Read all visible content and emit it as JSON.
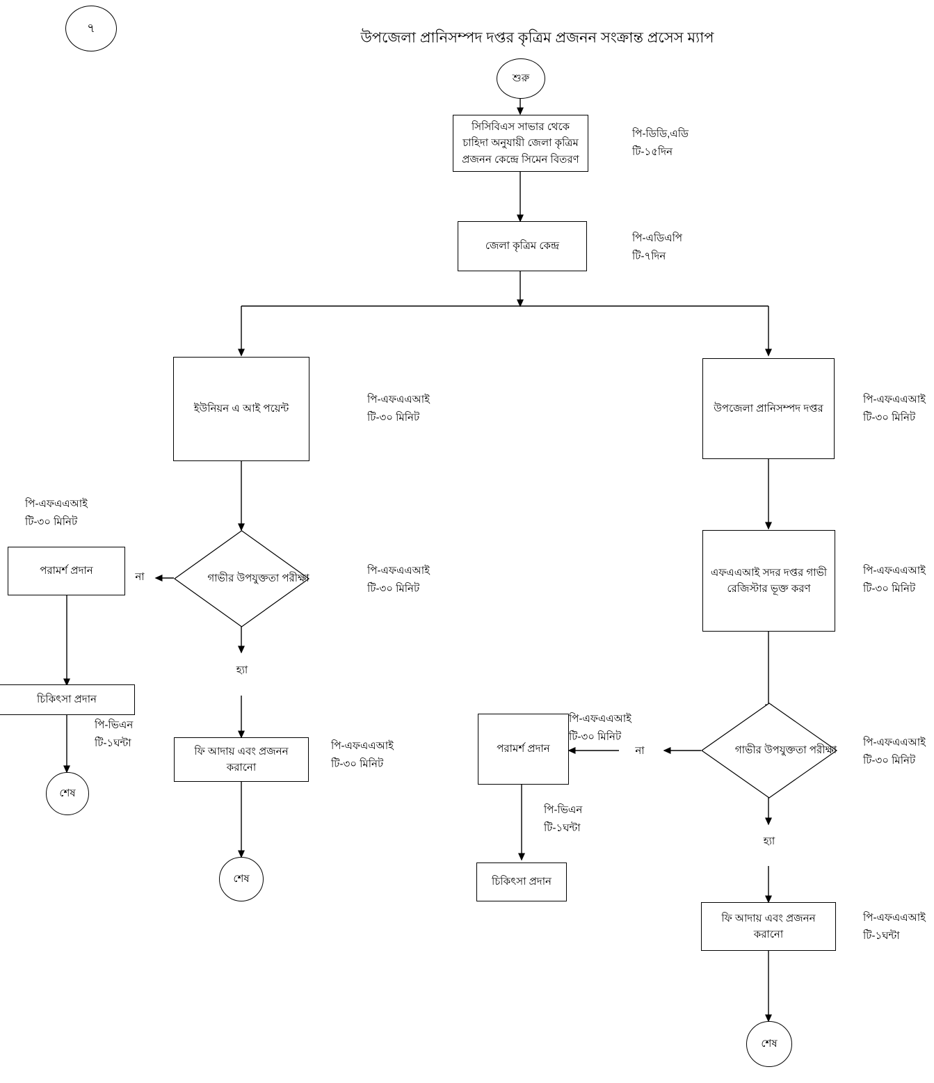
{
  "page": {
    "number": "৭",
    "title": "উপজেলা প্রানিসম্পদ দপ্তর কৃত্রিম প্রজনন সংক্রান্ত প্রসেস ম্যাপ"
  },
  "nodes": {
    "start": "শুরু",
    "semen_distribution": "সিসিবিএস সাভার থেকে চাহিদা অনুযায়ী জেলা কৃত্রিম প্রজনন কেন্দ্রে সিমেন বিতরণ",
    "district_center": "জেলা কৃত্রিম কেন্দ্র",
    "union_ai_point": "ইউনিয়ন এ আই পয়েন্ট",
    "upazila_office": "উপজেলা প্রানিসম্পদ দপ্তর",
    "left_decision": "গাভীর উপযুক্ততা পরীক্ষা",
    "left_advice": "পরামর্শ প্রদান",
    "left_treatment": "চিকিৎসা প্রদান",
    "left_end": "শেষ",
    "left_fee": "ফি আদায় এবং প্রজনন করানো",
    "left_fee_end": "শেষ",
    "faai_register": "এফএএআই সদর দপ্তর গাভী রেজিস্টার ভূক্ত করণ",
    "right_decision": "গাভীর উপযুক্ততা পরীক্ষা",
    "right_advice": "পরামর্শ প্রদান",
    "right_treatment": "চিকিৎসা প্রদান",
    "right_fee": "ফি আদায় এবং প্রজনন করানো",
    "right_end": "শেষ"
  },
  "edge_labels": {
    "left_no": "না",
    "left_yes": "হ্যা",
    "right_no": "না",
    "right_yes": "হ্যা"
  },
  "annotations": {
    "semen_distribution": "পি-ডিডি,এডি\nটি-১৫দিন",
    "district_center": "পি-এডিএপি\nটি-৭দিন",
    "union_ai_point": "পি-এফএএআই\nটি-৩০ মিনিট",
    "upazila_office": "পি-এফএএআই\nটি-৩০ মিনিট",
    "left_advice": "পি-এফএএআই\nটি-৩০ মিনিট",
    "left_decision": "পি-এফএএআই\nটি-৩০ মিনিট",
    "left_treatment": "পি-ভিএন\nটি-১ঘন্টা",
    "left_fee": "পি-এফএএআই\nটি-৩০ মিনিট",
    "faai_register": "পি-এফএএআই\nটি-৩০ মিনিট",
    "right_advice": "পি-এফএএআই\nটি-৩০ মিনিট",
    "right_decision": "পি-এফএএআই\nটি-৩০ মিনিট",
    "right_treatment": "পি-ভিএন\nটি-১ঘন্টা",
    "right_fee": "পি-এফএএআই\nটি-১ঘন্টা"
  },
  "colors": {
    "stroke": "#000000",
    "background": "#ffffff",
    "text": "#000000"
  }
}
